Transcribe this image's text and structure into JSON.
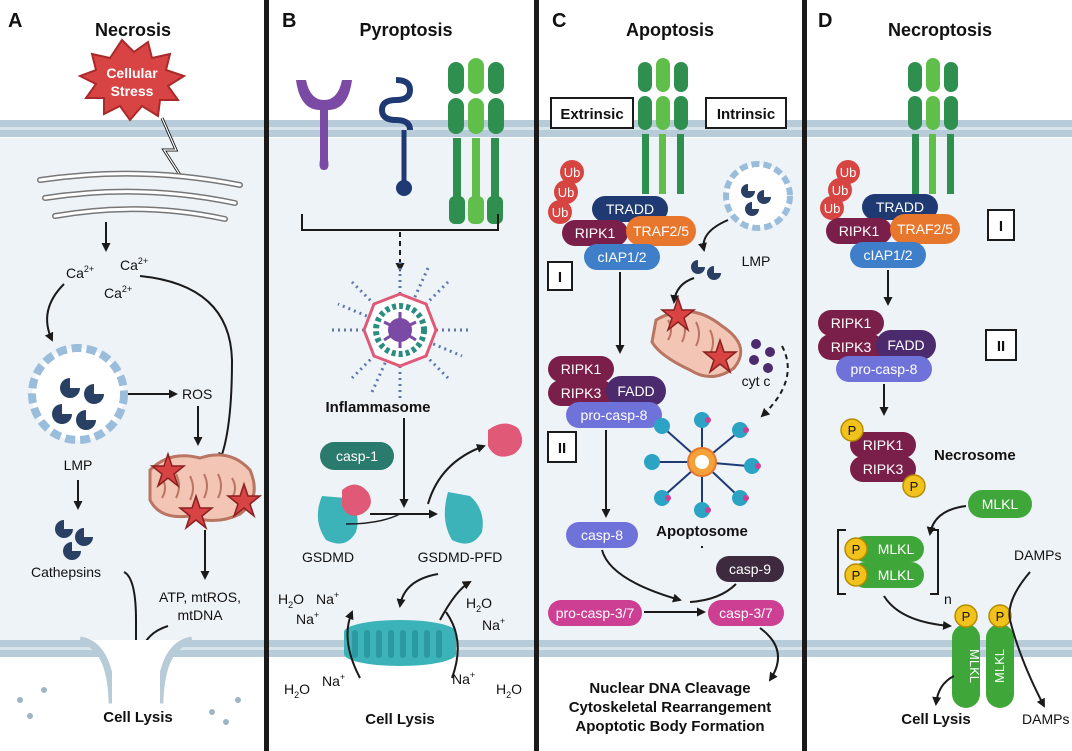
{
  "panels": {
    "a": {
      "letter": "A",
      "title": "Necrosis"
    },
    "b": {
      "letter": "B",
      "title": "Pyroptosis"
    },
    "c": {
      "letter": "C",
      "title": "Apoptosis"
    },
    "d": {
      "letter": "D",
      "title": "Necroptosis"
    }
  },
  "necrosis": {
    "stress_line1": "Cellular",
    "stress_line2": "Stress",
    "ca": "Ca",
    "ca_sup": "2+",
    "lmp": "LMP",
    "ros": "ROS",
    "cathepsins": "Cathepsins",
    "atp_line1": "ATP, mtROS,",
    "atp_line2": "mtDNA",
    "lysis": "Cell Lysis"
  },
  "pyroptosis": {
    "inflammasome": "Inflammasome",
    "casp1": "casp-1",
    "gsdmd": "GSDMD",
    "gsdmd_pfd": "GSDMD-PFD",
    "h2o": "H",
    "h2o_sub": "2",
    "h2o_tail": "O",
    "na": "Na",
    "na_sup": "+",
    "lysis": "Cell Lysis"
  },
  "apoptosis": {
    "extrinsic": "Extrinsic",
    "intrinsic": "Intrinsic",
    "ub": "Ub",
    "tradd": "TRADD",
    "ripk1": "RIPK1",
    "traf": "TRAF2/5",
    "ciap": "cIAP1/2",
    "stage1": "I",
    "stage2": "II",
    "lmp": "LMP",
    "cytc": "cyt c",
    "ripk3": "RIPK3",
    "fadd": "FADD",
    "procasp8": "pro-casp-8",
    "casp8": "casp-8",
    "apoptosome": "Apoptosome",
    "casp9": "casp-9",
    "procasp37": "pro-casp-3/7",
    "casp37": "casp-3/7",
    "outcome1": "Nuclear DNA Cleavage",
    "outcome2": "Cytoskeletal Rearrangement",
    "outcome3": "Apoptotic Body Formation"
  },
  "necroptosis": {
    "ub": "Ub",
    "tradd": "TRADD",
    "ripk1": "RIPK1",
    "traf": "TRAF2/5",
    "ciap": "cIAP1/2",
    "stage1": "I",
    "stage2": "II",
    "ripk3": "RIPK3",
    "fadd": "FADD",
    "procasp8": "pro-casp-8",
    "p": "P",
    "necrosome": "Necrosome",
    "mlkl": "MLKL",
    "n": "n",
    "damps": "DAMPs",
    "lysis": "Cell Lysis"
  },
  "colors": {
    "membrane": "#b7cbd8",
    "cytoplasm": "#eef3f8",
    "ub": "#d64541",
    "tradd": "#1f3a73",
    "ripk1": "#7a1f4a",
    "traf": "#e8772e",
    "ciap": "#3f7fc9",
    "fadd": "#4b2a6e",
    "procasp8": "#6f72d8",
    "casp37": "#cc3f92",
    "casp1": "#2b7a6e",
    "mlkl": "#3fa63a",
    "p": "#f2c21c",
    "receptor": "#2f8f4e",
    "stress": "#d84343"
  }
}
